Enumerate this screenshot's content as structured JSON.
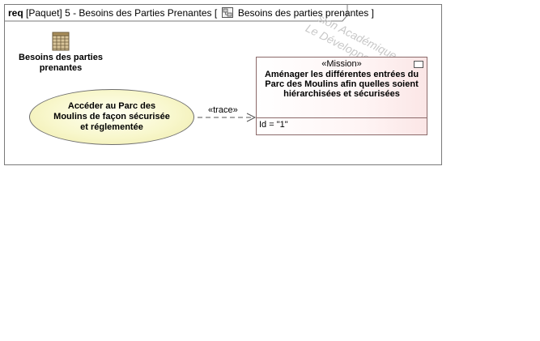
{
  "frame": {
    "keyword": "req",
    "title": "[Paquet] 5 - Besoins des Parties Prenantes [",
    "diagram_name": "Besoins des parties prenantes",
    "close_bracket": "]"
  },
  "watermark": {
    "line1": "sion Académique p",
    "line2": "Le Développem    tr"
  },
  "artifact": {
    "label": "Besoins des parties prenantes",
    "icon": "requirements-document-icon"
  },
  "usecase": {
    "label": "Accéder au Parc des Moulins de façon sécurisée et réglementée"
  },
  "trace": {
    "label": "«trace»"
  },
  "mission": {
    "stereotype": "«Mission»",
    "title": "Aménager les différentes entrées du Parc des Moulins afin quelles soient hiérarchisées et sécurisées",
    "attribute": "Id = \"1\""
  }
}
